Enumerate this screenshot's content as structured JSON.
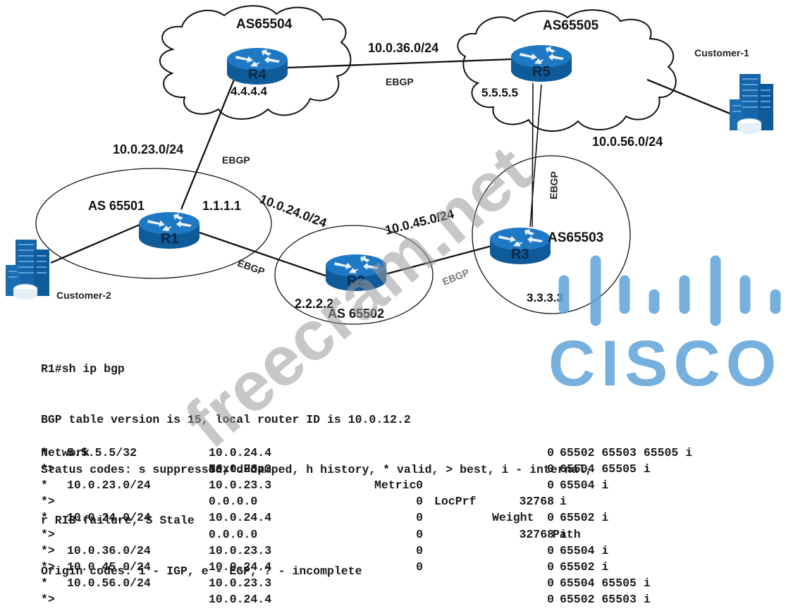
{
  "diagram": {
    "clouds": [
      {
        "name": "AS65504",
        "router": "R4",
        "router_id": "4.4.4.4"
      },
      {
        "name": "AS65505",
        "router": "R5",
        "router_id": "5.5.5.5"
      }
    ],
    "as_regions": [
      {
        "name": "AS 65501",
        "router": "R1",
        "router_id": "1.1.1.1"
      },
      {
        "name": "AS 65502",
        "router": "R2",
        "router_id": "2.2.2.2"
      },
      {
        "name": "AS65503",
        "router": "R3",
        "router_id": "3.3.3.3"
      }
    ],
    "links": [
      {
        "from": "R4",
        "to": "R5",
        "subnet": "10.0.36.0/24",
        "type": "EBGP"
      },
      {
        "from": "R1",
        "to": "R4",
        "subnet": "10.0.23.0/24",
        "type": "EBGP"
      },
      {
        "from": "R1",
        "to": "R2",
        "subnet": "10.0.24.0/24",
        "type": "EBGP"
      },
      {
        "from": "R2",
        "to": "R3",
        "subnet": "10.0.45.0/24",
        "type": "EBGP"
      },
      {
        "from": "R3",
        "to": "R5",
        "subnet": "10.0.56.0/24",
        "type": "EBGP"
      }
    ],
    "customers": [
      {
        "name": "Customer-1",
        "attached_to": "R5"
      },
      {
        "name": "Customer-2",
        "attached_to": "R1"
      }
    ],
    "logo": "CISCO",
    "logo_color": "#5fa3d9",
    "router_color": "#1565a8",
    "watermark": "freecram.net"
  },
  "cli": {
    "prompt": "R1#sh ip bgp",
    "lines": [
      "BGP table version is 15, local router ID is 10.0.12.2",
      "Status codes: s suppressed, d damped, h history, * valid, > best, i - internal,",
      "r RIB-failure, S Stale",
      "Origin codes: i - IGP, e - EGP, ? - incomplete"
    ],
    "table": {
      "headers": {
        "network": "Network",
        "next_hop": "Next Hop",
        "metric": "Metric",
        "locprf": "LocPrf",
        "weight": "Weight",
        "path": "Path"
      },
      "rows": [
        {
          "status": "*",
          "network": "5.5.5.5/32",
          "next_hop": "10.0.24.4",
          "metric": "",
          "locprf": "",
          "weight": "0",
          "path": "65502 65503 65505 i"
        },
        {
          "status": "*>",
          "network": "",
          "next_hop": "10.0.23.3",
          "metric": "",
          "locprf": "",
          "weight": "0",
          "path": "65504 65505 i"
        },
        {
          "status": "*",
          "network": "10.0.23.0/24",
          "next_hop": "10.0.23.3",
          "metric": "0",
          "locprf": "",
          "weight": "0",
          "path": "65504 i"
        },
        {
          "status": "*>",
          "network": "",
          "next_hop": "0.0.0.0",
          "metric": "0",
          "locprf": "",
          "weight": "32768",
          "path": "i"
        },
        {
          "status": "*",
          "network": "10.0.24.0/24",
          "next_hop": "10.0.24.4",
          "metric": "0",
          "locprf": "",
          "weight": "0",
          "path": "65502 i"
        },
        {
          "status": "*>",
          "network": "",
          "next_hop": "0.0.0.0",
          "metric": "0",
          "locprf": "",
          "weight": "32768",
          "path": "i"
        },
        {
          "status": "*>",
          "network": "10.0.36.0/24",
          "next_hop": "10.0.23.3",
          "metric": "0",
          "locprf": "",
          "weight": "0",
          "path": "65504 i"
        },
        {
          "status": "*>",
          "network": "10.0.45.0/24",
          "next_hop": "10.0.24.4",
          "metric": "0",
          "locprf": "",
          "weight": "0",
          "path": "65502 i"
        },
        {
          "status": "*",
          "network": "10.0.56.0/24",
          "next_hop": "10.0.23.3",
          "metric": "",
          "locprf": "",
          "weight": "0",
          "path": "65504 65505 i"
        },
        {
          "status": "*>",
          "network": "",
          "next_hop": "10.0.24.4",
          "metric": "",
          "locprf": "",
          "weight": "0",
          "path": "65502 65503 i"
        }
      ]
    }
  }
}
